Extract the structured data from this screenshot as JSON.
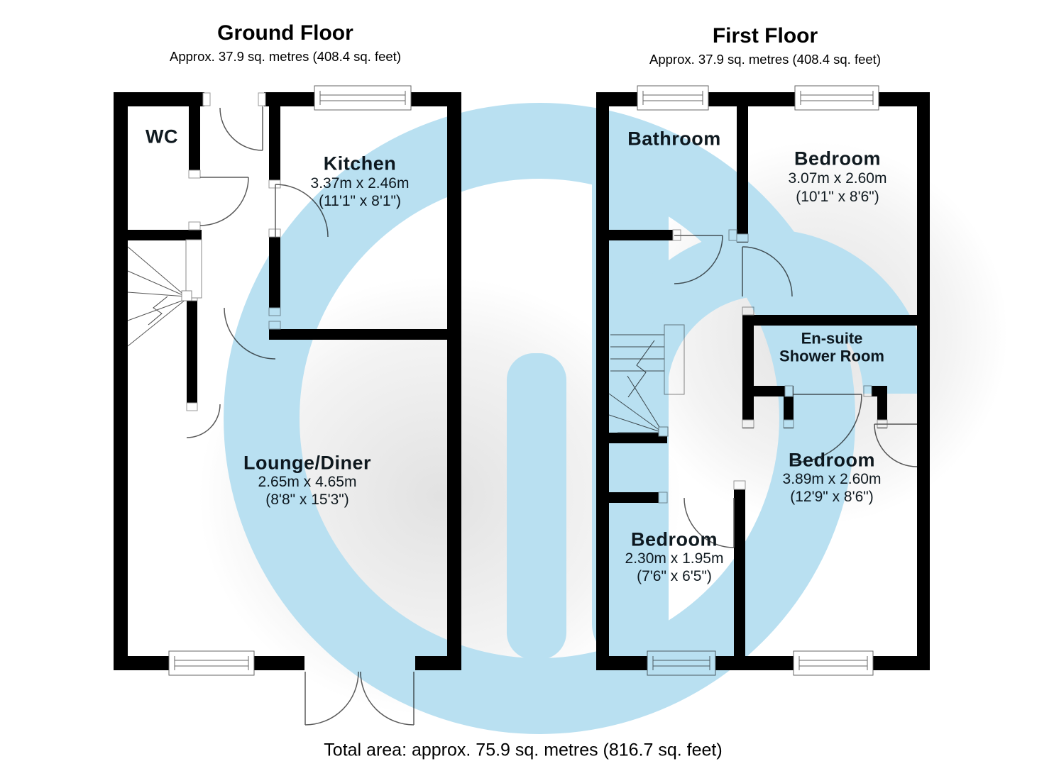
{
  "document": {
    "type": "floorplan",
    "footer_total_area": "Total area: approx. 75.9 sq. metres (816.7 sq. feet)"
  },
  "colors": {
    "wall": "#000000",
    "watermark_blue": "#b9e0f1",
    "door_line": "#5a5a5a",
    "label_text": "#101a20"
  },
  "ground_floor": {
    "title": "Ground Floor",
    "subtitle": "Approx. 37.9 sq. metres (408.4 sq. feet)",
    "rooms": {
      "wc": {
        "name": "WC"
      },
      "kitchen": {
        "name": "Kitchen",
        "size_metric": "3.37m x 2.46m",
        "size_imperial": "(11'1\" x 8'1\")"
      },
      "lounge": {
        "name": "Lounge/Diner",
        "size_metric": "2.65m x 4.65m",
        "size_imperial": "(8'8\" x 15'3\")"
      }
    }
  },
  "first_floor": {
    "title": "First Floor",
    "subtitle": "Approx. 37.9 sq. metres (408.4 sq. feet)",
    "rooms": {
      "bathroom": {
        "name": "Bathroom"
      },
      "bedroom_1": {
        "name": "Bedroom",
        "size_metric": "3.07m x 2.60m",
        "size_imperial": "(10'1\" x 8'6\")"
      },
      "ensuite": {
        "name": "En-suite Shower Room"
      },
      "bedroom_2": {
        "name": "Bedroom",
        "size_metric": "3.89m x 2.60m",
        "size_imperial": "(12'9\" x 8'6\")"
      },
      "bedroom_3": {
        "name": "Bedroom",
        "size_metric": "2.30m x 1.95m",
        "size_imperial": "(7'6\" x 6'5\")"
      }
    }
  }
}
